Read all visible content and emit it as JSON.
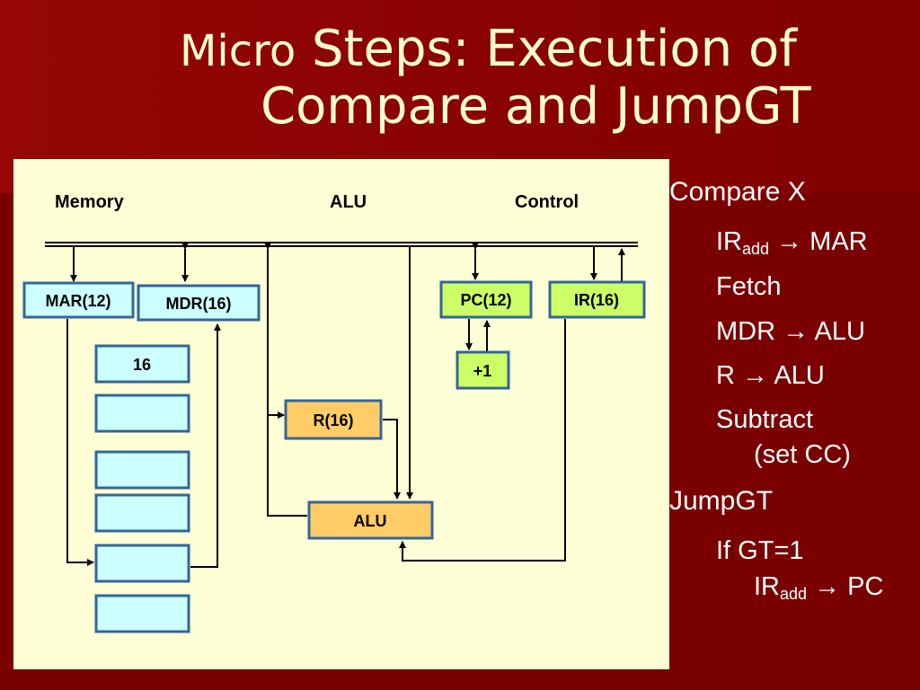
{
  "slide": {
    "title_micro": "Micro",
    "title_rest": " Steps: Execution of",
    "title_line2": "Compare and JumpGT"
  },
  "colors": {
    "background": "#7d0000",
    "title": "#ffffcc",
    "panel": "#ffffd6",
    "register_blue": "#ccffff",
    "register_green": "#ccff66",
    "alu_orange": "#ffcc66",
    "box_border": "#336699"
  },
  "diagram": {
    "section_memory": "Memory",
    "section_alu": "ALU",
    "section_control": "Control",
    "mar": "MAR(12)",
    "mdr": "MDR(16)",
    "pc": "PC(12)",
    "ir": "IR(16)",
    "incrementer": "+1",
    "r_reg": "R(16)",
    "alu": "ALU",
    "memory_cell_value": "16"
  },
  "steps": {
    "compare": "Compare X",
    "step_ir": "IR",
    "step_add_sub": "add",
    "step_to_mar": " → MAR",
    "step_fetch": "Fetch",
    "step_mdr_alu": "MDR → ALU",
    "step_r_alu": "R → ALU",
    "step_subtract": "Subtract",
    "step_setcc": "(set CC)",
    "jumpgt": "JumpGT",
    "step_ifgt": "If GT=1",
    "step_ir2": "IR",
    "step_add_sub2": "add",
    "step_to_pc": " → PC"
  }
}
